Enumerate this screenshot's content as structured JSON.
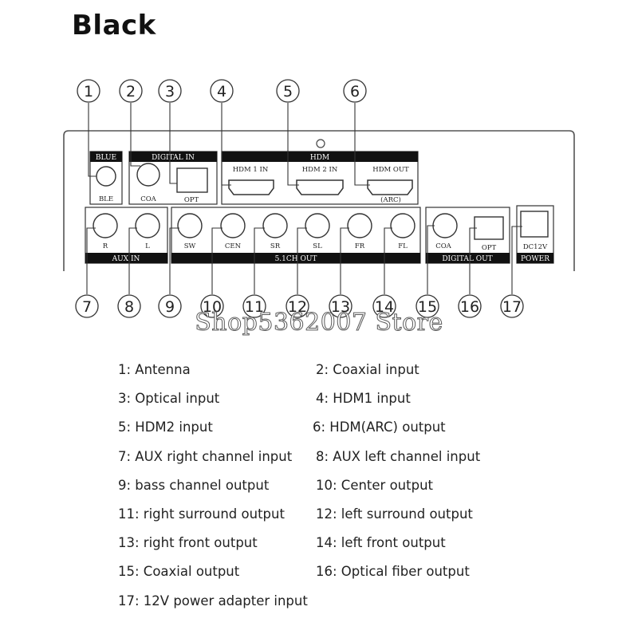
{
  "heading": "Black",
  "watermark": "Shop5362007 Store",
  "panel": {
    "bars": {
      "blue": "BLUE",
      "digital_in": "DIGITAL IN",
      "hdmi": "HDM",
      "aux_in": "AUX IN",
      "ch_out": "5.1CH OUT",
      "digital_out": "DIGITAL OUT",
      "power": "POWER"
    },
    "labels": {
      "ble": "BLE",
      "coa_in": "COA",
      "opt_in": "OPT",
      "hdmi1": "HDM 1 IN",
      "hdmi2": "HDM 2 IN",
      "hdmi_out": "HDM  OUT",
      "arc": "(ARC)",
      "r": "R",
      "l": "L",
      "sw": "SW",
      "cen": "CEN",
      "sr": "SR",
      "sl": "SL",
      "fr": "FR",
      "fl": "FL",
      "coa_out": "COA",
      "opt_out": "OPT",
      "dc": "DC12V"
    }
  },
  "callouts": [
    "1",
    "2",
    "3",
    "4",
    "5",
    "6",
    "7",
    "8",
    "9",
    "10",
    "11",
    "12",
    "13",
    "14",
    "15",
    "16",
    "17"
  ],
  "legend": [
    [
      "1: Antenna",
      "2: Coaxial  input"
    ],
    [
      "3: Optical input",
      "4: HDM1 input"
    ],
    [
      "5: HDM2 input",
      "6: HDM(ARC) output"
    ],
    [
      "7: AUX right channel input",
      "8: AUX left channel input"
    ],
    [
      "9: bass channel output",
      "10: Center output"
    ],
    [
      "11: right surround output",
      "12: left surround output"
    ],
    [
      "13: right front output",
      "14: left front output"
    ],
    [
      "15: Coaxial output",
      "16: Optical fiber output"
    ],
    [
      "17: 12V power adapter input",
      ""
    ]
  ]
}
